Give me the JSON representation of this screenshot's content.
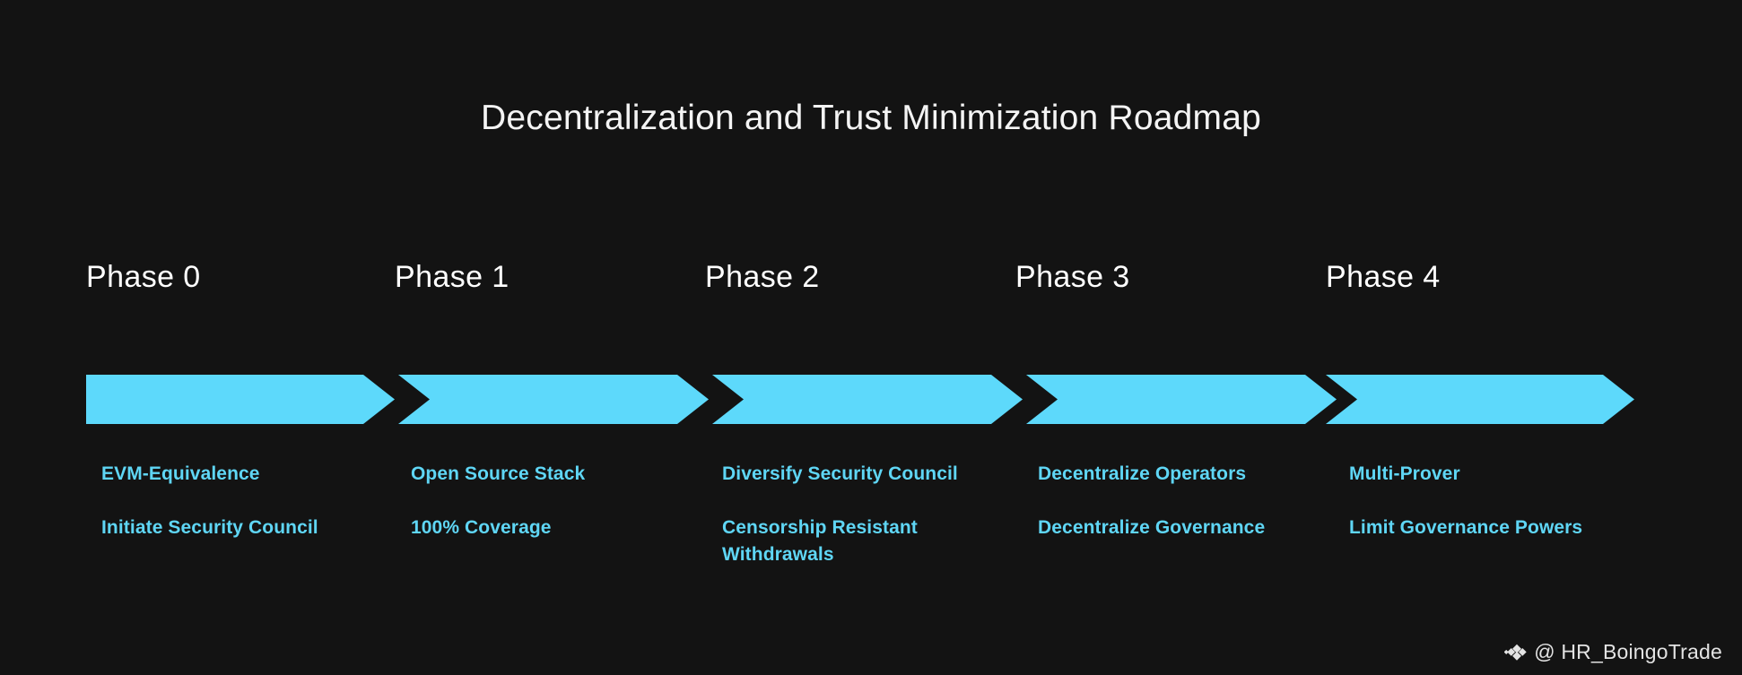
{
  "page": {
    "background_color": "#131313",
    "title": "Decentralization and Trust Minimization Roadmap",
    "accent_color": "#5dd9fb",
    "milestone_text_color": "#5fd6f5",
    "title_color": "#f4f4f4"
  },
  "chart_data": {
    "type": "diagram",
    "subtype": "chevron-roadmap",
    "title": "Decentralization and Trust Minimization Roadmap",
    "categories": [
      "Phase 0",
      "Phase 1",
      "Phase 2",
      "Phase 3",
      "Phase 4"
    ],
    "phases": [
      {
        "label": "Phase 0",
        "milestones": [
          "EVM-Equivalence",
          "Initiate Security Council"
        ]
      },
      {
        "label": "Phase 1",
        "milestones": [
          "Open Source Stack",
          "100% Coverage"
        ]
      },
      {
        "label": "Phase 2",
        "milestones": [
          "Diversify Security Council",
          "Censorship Resistant Withdrawals"
        ]
      },
      {
        "label": "Phase 3",
        "milestones": [
          "Decentralize Operators",
          "Decentralize Governance"
        ]
      },
      {
        "label": "Phase 4",
        "milestones": [
          "Multi-Prover",
          "Limit Governance Powers"
        ]
      }
    ],
    "legend": [],
    "grid": false
  },
  "watermark": {
    "handle": "@ HR_BoingoTrade",
    "logo_icon": "binance-diamond-icon"
  }
}
